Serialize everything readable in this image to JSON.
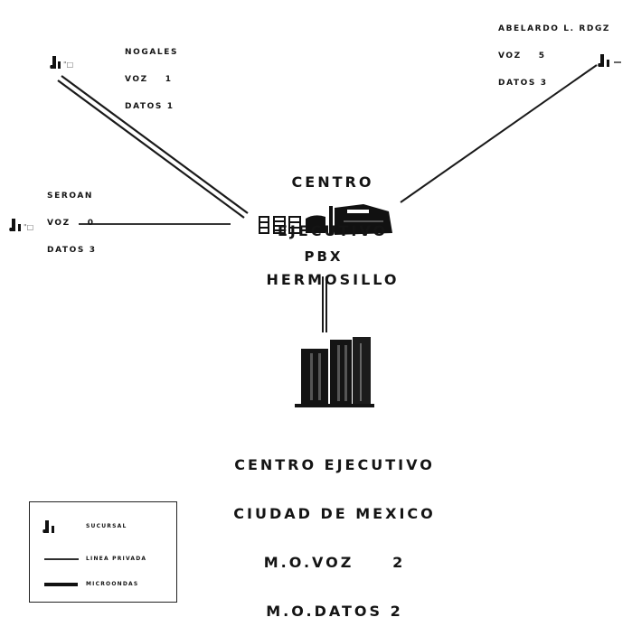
{
  "sites": {
    "nogales": {
      "name": "NOGALES",
      "voz": "VOZ    1",
      "datos": "DATOS 1"
    },
    "abelardo": {
      "name": "ABELARDO L. RDGZ",
      "voz": "VOZ    5",
      "datos": "DATOS 3"
    },
    "seroan": {
      "name": "SEROAN",
      "voz": "VOZ    0",
      "datos": "DATOS 3"
    }
  },
  "hub": {
    "line1": "CENTRO",
    "line2": "EJECUTIVO",
    "line3": "HERMOSILLO",
    "pbx": "PBX"
  },
  "mexico": {
    "line1": "CENTRO EJECUTIVO",
    "line2": "CIUDAD DE MEXICO",
    "line3": "M.O.VOZ     2",
    "line4": "M.O.DATOS 2"
  },
  "legend": {
    "sucursal": "SUCURSAL",
    "linea_privada": "LINEA PRIVADA",
    "microondas": "MICROONDAS"
  }
}
